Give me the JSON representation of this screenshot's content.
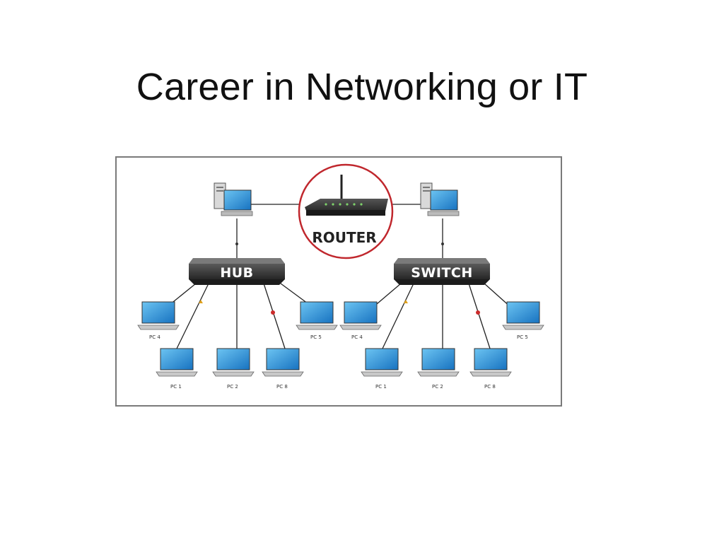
{
  "slide": {
    "title": "Career in Networking or IT"
  },
  "diagram": {
    "router_label": "ROUTER",
    "hub_label": "HUB",
    "switch_label": "SWITCH",
    "hub_pcs": [
      "PC 4",
      "PC 1",
      "PC 2",
      "PC 8",
      "PC 5"
    ],
    "switch_pcs": [
      "PC 4",
      "PC 1",
      "PC 2",
      "PC 8",
      "PC 5"
    ],
    "colors": {
      "router_circle": "#c0272d",
      "device_body": "#3a3a3a",
      "screen": "#1e8fd6",
      "link": "#222222"
    }
  }
}
